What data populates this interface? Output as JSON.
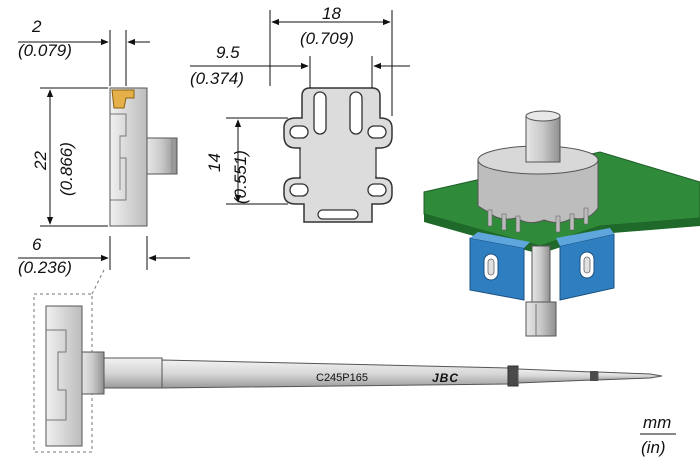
{
  "dimensions": {
    "d1": {
      "mm": "2",
      "in": "(0.079)"
    },
    "d2": {
      "mm": "22",
      "in": "(0.866)"
    },
    "d3": {
      "mm": "6",
      "in": "(0.236)"
    },
    "d4": {
      "mm": "18",
      "in": "(0.709)"
    },
    "d5": {
      "mm": "9.5",
      "in": "(0.374)"
    },
    "d6": {
      "mm": "14",
      "in": "(0.551)"
    }
  },
  "tip": {
    "part_number": "C245P165",
    "brand": "JBC"
  },
  "units": {
    "primary": "mm",
    "secondary": "(in)"
  },
  "colors": {
    "pcb_green": "#2f8a3a",
    "connector_blue": "#2f7fc0",
    "part_gray": "#c8c8c8",
    "tip_gray": "#d9d9d9"
  }
}
